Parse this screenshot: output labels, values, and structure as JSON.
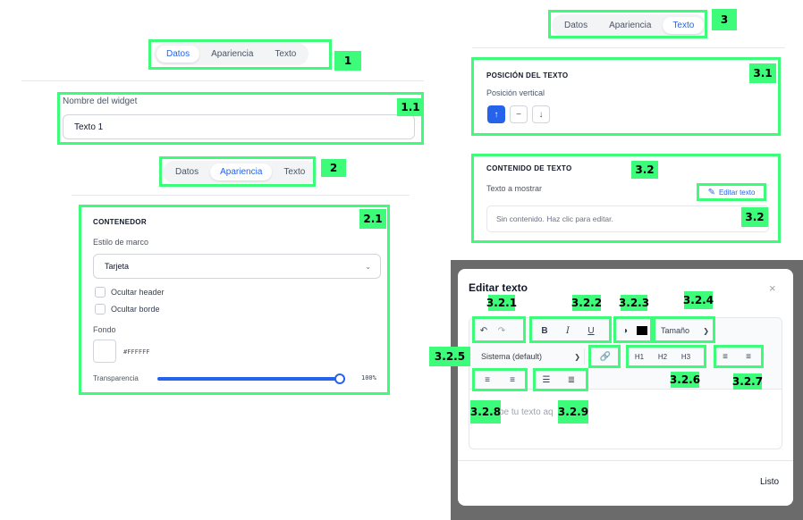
{
  "tabs": [
    "Datos",
    "Apariencia",
    "Texto"
  ],
  "annotations": {
    "a1": "1",
    "a11": "1.1",
    "a2": "2",
    "a21": "2.1",
    "a3": "3",
    "a31": "3.1",
    "a32a": "3.2",
    "a32b": "3.2",
    "a321": "3.2.1",
    "a322": "3.2.2",
    "a323": "3.2.3",
    "a324": "3.2.4",
    "a325": "3.2.5",
    "a326": "3.2.6",
    "a327": "3.2.7",
    "a328": "3.2.8",
    "a329": "3.2.9"
  },
  "panel1": {
    "field_label": "Nombre del widget",
    "field_value": "Texto 1"
  },
  "panel2": {
    "section_title": "CONTENEDOR",
    "frame_style_label": "Estilo de marco",
    "frame_style_value": "Tarjeta",
    "hide_header": "Ocultar header",
    "hide_border": "Ocultar borde",
    "background_label": "Fondo",
    "background_hex": "#FFFFFF",
    "transparency_label": "Transparencia",
    "transparency_value": "100%",
    "transparency_level": 1.0
  },
  "panel3": {
    "position_title": "POSICIÓN DEL TEXTO",
    "vertical_label": "Posición vertical",
    "position_icons": [
      "arrow-up-icon",
      "minus-icon",
      "arrow-down-icon"
    ],
    "content_title": "CONTENIDO DE TEXTO",
    "display_label": "Texto a mostrar",
    "edit_button": "Editar texto",
    "empty_content": "Sin contenido. Haz clic para editar."
  },
  "modal": {
    "title": "Editar texto",
    "size_select": "Tamaño",
    "font_select": "Sistema (default)",
    "h1": "H1",
    "h2": "H2",
    "h3": "H3",
    "editor_placeholder": "be tu texto aq",
    "done_button": "Listo"
  },
  "colors": {
    "accent": "#2563eb",
    "highlight": "#3dfc7a",
    "swatch": "#000000"
  }
}
